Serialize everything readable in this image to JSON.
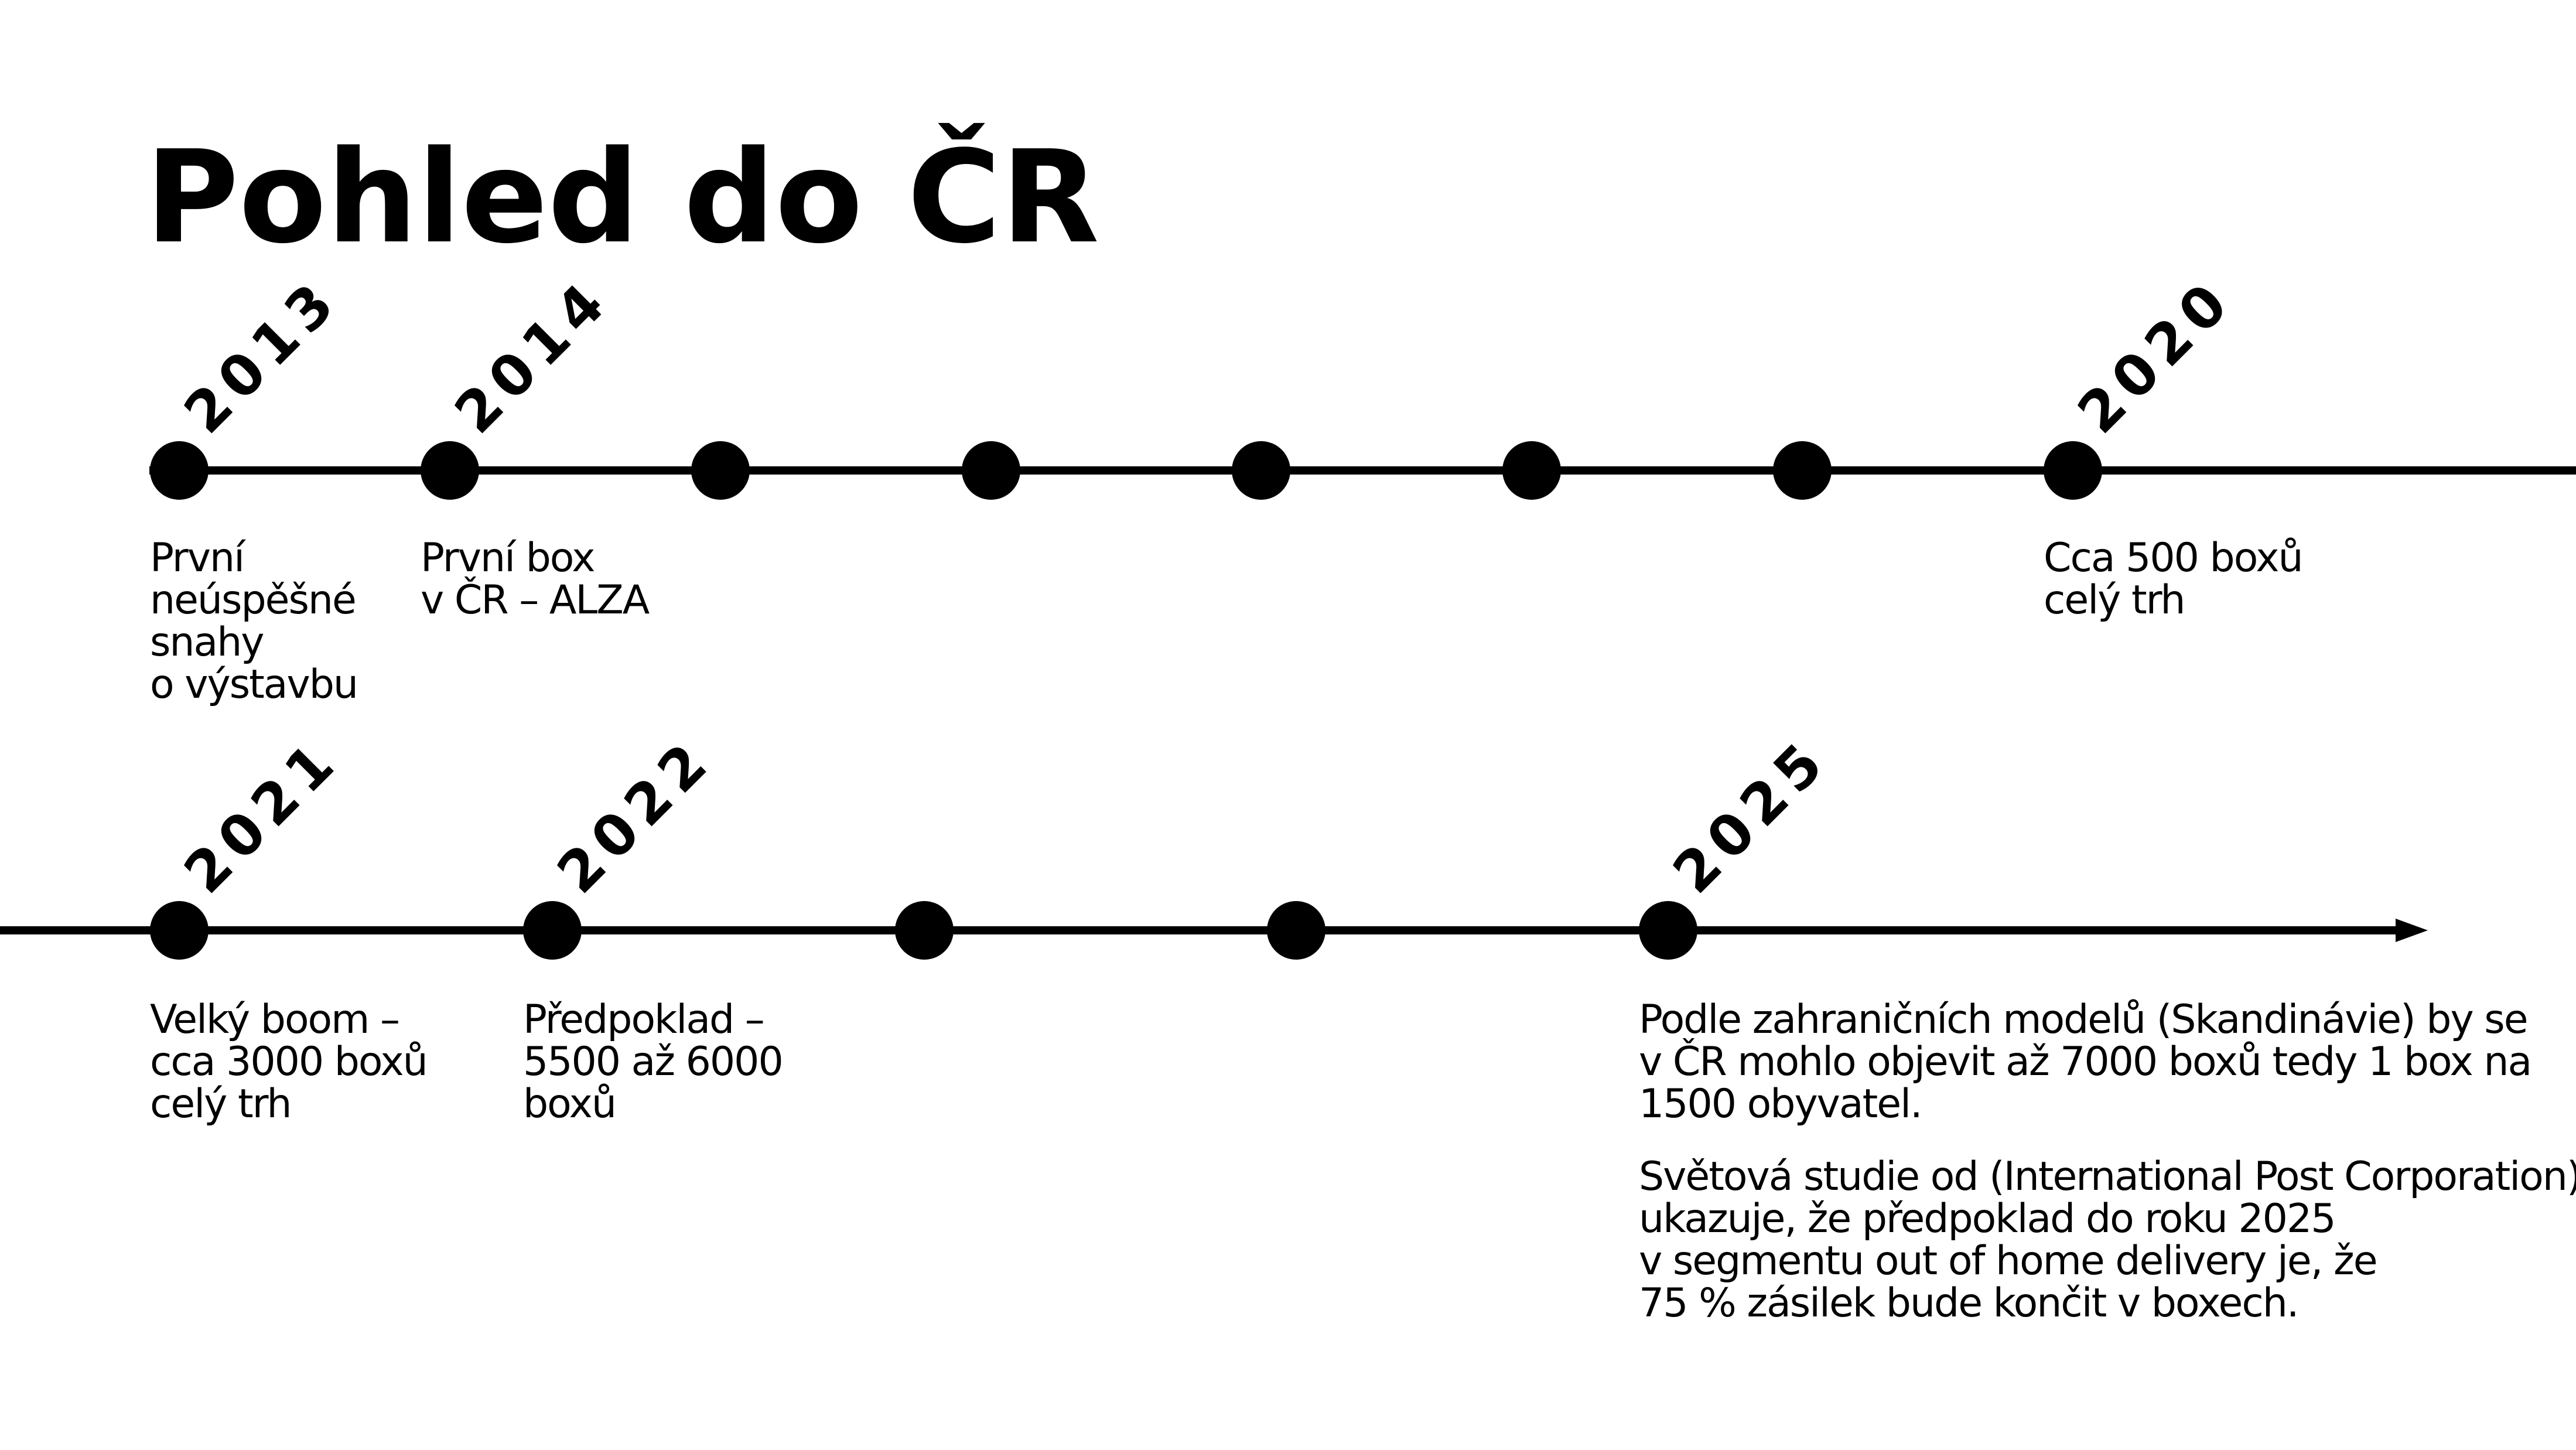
{
  "title": "Pohled do ČR",
  "timeline": {
    "row1": {
      "events": [
        {
          "year": "2013",
          "lines": [
            "První",
            "neúspěšné",
            "snahy",
            "o výstavbu"
          ]
        },
        {
          "year": "2014",
          "lines": [
            "První box",
            "v ČR – ALZA"
          ]
        },
        {
          "year": "",
          "lines": []
        },
        {
          "year": "",
          "lines": []
        },
        {
          "year": "",
          "lines": []
        },
        {
          "year": "",
          "lines": []
        },
        {
          "year": "",
          "lines": []
        },
        {
          "year": "2020",
          "lines": [
            "Cca 500 boxů",
            "celý trh"
          ]
        }
      ]
    },
    "row2": {
      "events": [
        {
          "year": "2021",
          "lines": [
            "Velký boom –",
            "cca 3000 boxů",
            "celý trh"
          ]
        },
        {
          "year": "2022",
          "lines": [
            "Předpoklad –",
            "5500 až 6000",
            "boxů"
          ]
        },
        {
          "year": "",
          "lines": []
        },
        {
          "year": "",
          "lines": []
        },
        {
          "year": "2025",
          "lines": [
            "Podle zahraničních modelů (Skandinávie) by se",
            "v ČR mohlo objevit až 7000 boxů tedy 1 box na",
            "1500 obyvatel.",
            "",
            "Světová studie od (International Post Corporation)",
            "ukazuje, že předpoklad do roku 2025",
            "v segmentu out of home delivery je, že",
            "75 %  zásilek bude končit v boxech."
          ]
        }
      ]
    }
  }
}
